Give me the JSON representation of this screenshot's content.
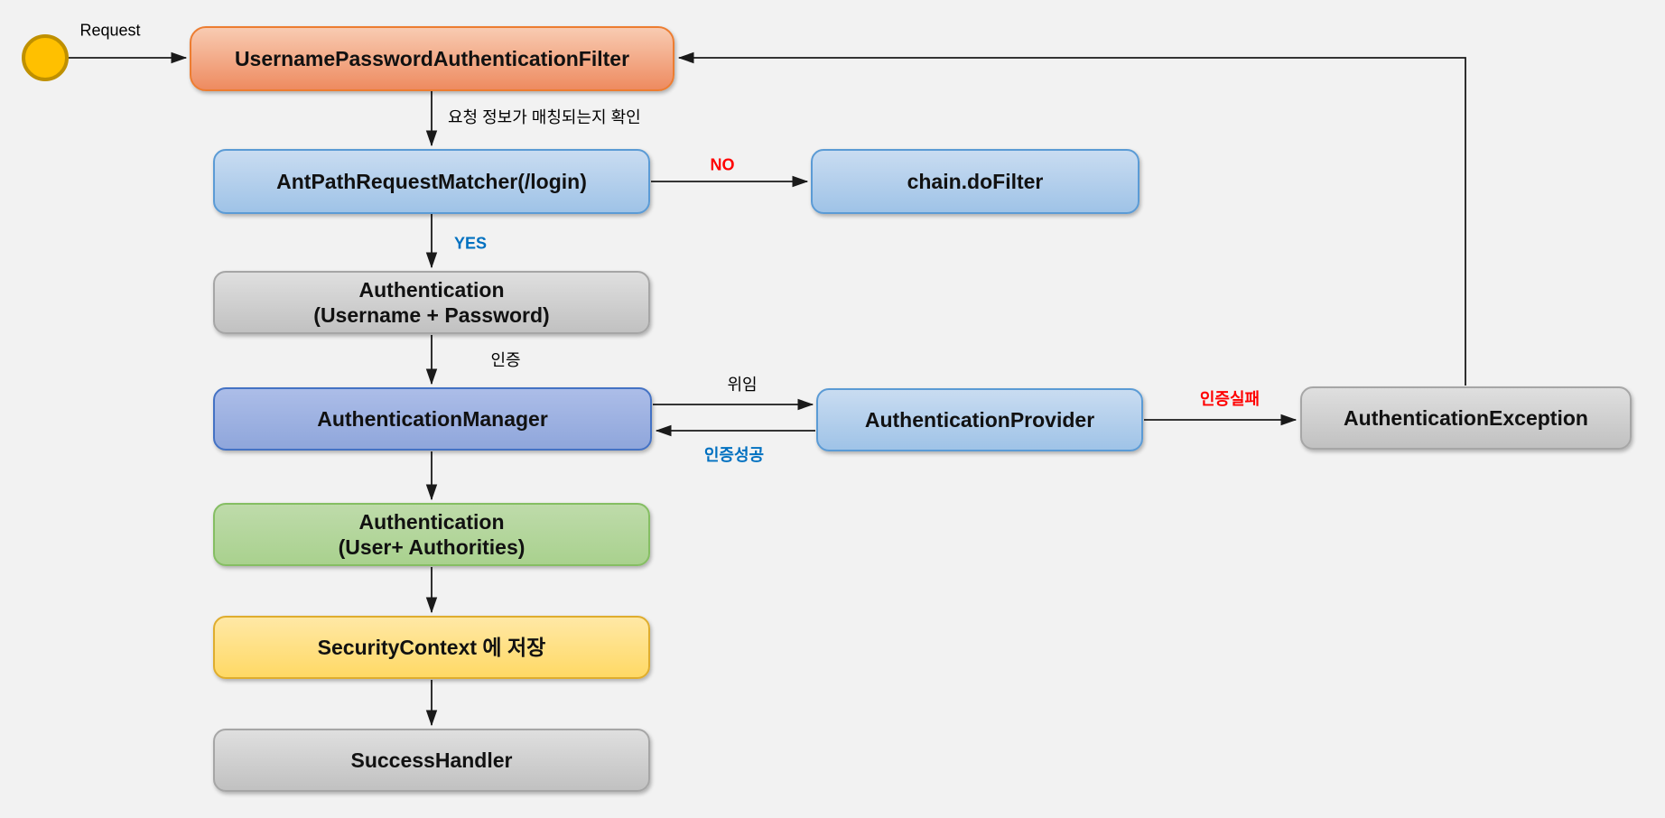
{
  "canvas": {
    "background": "#F2F2F2",
    "line_color": "#1A1A1A"
  },
  "palette": {
    "start_fill": "#FFC000",
    "start_border": "#BF9000",
    "orange_fill": "#EE8B60",
    "orange_border": "#ED7D31",
    "blue_fill": "#9FC3E7",
    "blue_border": "#5B9BD5",
    "indigo_fill": "#8FA6DB",
    "indigo_border": "#4472C4",
    "gray_fill": "#C1C1C1",
    "gray_border": "#A6A6A6",
    "green_fill": "#A9D18E",
    "green_border": "#85BE63",
    "yellow_fill": "#FFD965",
    "yellow_border": "#DFAD2E",
    "label_yes_success_color": "#0070C0",
    "label_no_failure_color": "#FF0000",
    "label_default_color": "#000000"
  },
  "nodes": {
    "filter": {
      "label": "UsernamePasswordAuthenticationFilter"
    },
    "matcher": {
      "label": "AntPathRequestMatcher(/login)"
    },
    "chain": {
      "label": "chain.doFilter"
    },
    "auth_token": {
      "label": "Authentication",
      "label2": "(Username + Password)"
    },
    "manager": {
      "label": "AuthenticationManager"
    },
    "provider": {
      "label": "AuthenticationProvider"
    },
    "exception": {
      "label": "AuthenticationException"
    },
    "auth_result": {
      "label": "Authentication",
      "label2": "(User+ Authorities)"
    },
    "security_context": {
      "label": "SecurityContext 에 저장"
    },
    "success_handler": {
      "label": "SuccessHandler"
    }
  },
  "edges": {
    "request": {
      "label": "Request",
      "color": "#000000"
    },
    "match_check": {
      "label": "요청 정보가 매칭되는지 확인",
      "color": "#000000"
    },
    "no": {
      "label": "NO",
      "color": "#FF0000"
    },
    "yes": {
      "label": "YES",
      "color": "#0070C0"
    },
    "authenticate": {
      "label": "인증",
      "color": "#000000"
    },
    "delegate": {
      "label": "위임",
      "color": "#000000"
    },
    "auth_success": {
      "label": "인증성공",
      "color": "#0070C0"
    },
    "auth_failure": {
      "label": "인증실패",
      "color": "#FF0000"
    }
  }
}
